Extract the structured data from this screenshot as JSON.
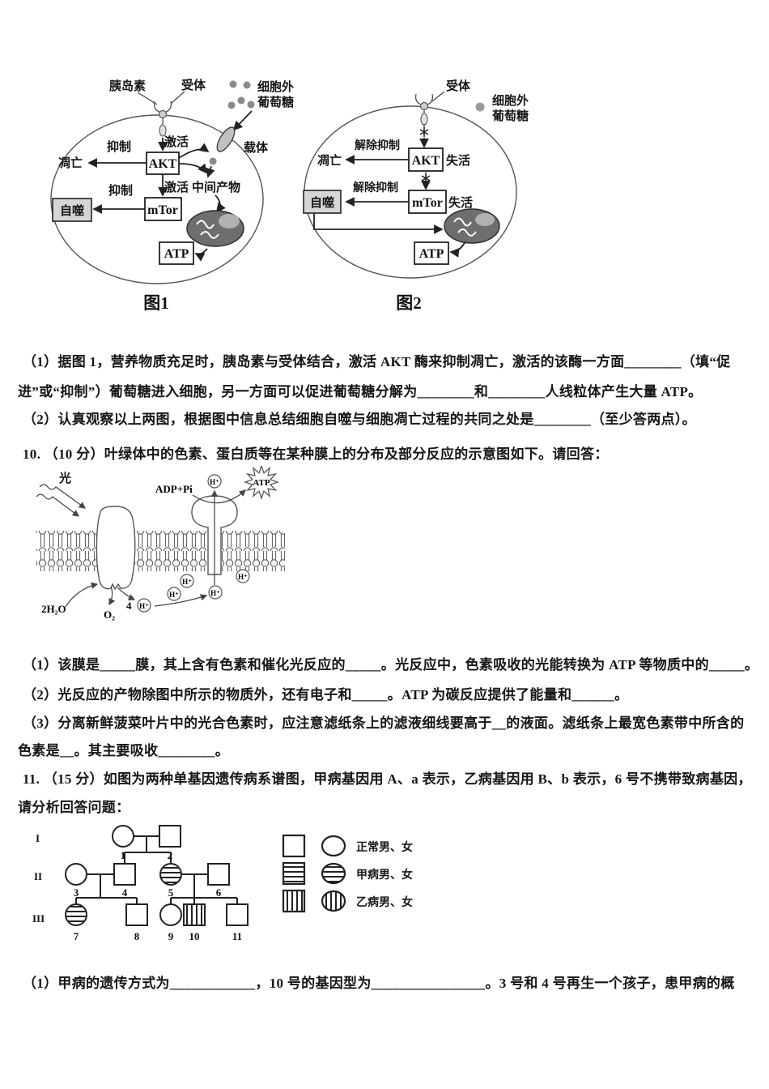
{
  "figure1": {
    "caption": "图1",
    "insulin": "胰岛素",
    "receptor": "受体",
    "extracellular1": "细胞外",
    "extracellular2": "葡萄糖",
    "carrier": "载体",
    "activate1": "激活",
    "inhibit1": "抑制",
    "apoptosis": "凋亡",
    "akt": "AKT",
    "activate2": "激活",
    "intermediate": "中间产物",
    "inhibit2": "抑制",
    "autophagy": "自噬",
    "mtor": "mTor",
    "atp": "ATP"
  },
  "figure2": {
    "caption": "图2",
    "receptor": "受体",
    "extracellular1": "细胞外",
    "extracellular2": "葡萄糖",
    "release1": "解除抑制",
    "apoptosis": "凋亡",
    "akt": "AKT",
    "inactive1": "失活",
    "release2": "解除抑制",
    "autophagy": "自噬",
    "mtor": "mTor",
    "inactive2": "失活",
    "atp": "ATP"
  },
  "q9": {
    "part1_line1": "（1）据图 1，营养物质充足时，胰岛素与受体结合，激活 AKT 酶来抑制凋亡，激活的该酶一方面________（填“促",
    "part1_line2": "进”或“抑制”）葡萄糖进入细胞，另一方面可以促进葡萄糖分解为________和________人线粒体产生大量 ATP。",
    "part2": "（2）认真观察以上两图，根据图中信息总结细胞自噬与细胞凋亡过程的共同之处是________（至少答两点）。"
  },
  "q10": {
    "heading": "10. （10 分）叶绿体中的色素、蛋白质等在某种膜上的分布及部分反应的示意图如下。请回答：",
    "part1": "（1）该膜是_____膜，其上含有色素和催化光反应的_____。光反应中，色素吸收的光能转换为 ATP 等物质中的_____。",
    "part2": "（2）光反应的产物除图中所示的物质外，还有电子和_____。ATP 为碳反应提供了能量和______。",
    "part3_line1": "（3）分离新鲜菠菜叶片中的光合色素时，应注意滤纸条上的滤液细线要高于__的液面。滤纸条上最宽色素带中所含的",
    "part3_line2": "色素是__。其主要吸收________。"
  },
  "membrane": {
    "light": "光",
    "adp_pi": "ADP+Pi",
    "h_plus": "H⁺",
    "atp": "ATP",
    "water": "2H₂O",
    "oxygen": "O₂",
    "four": "4"
  },
  "q11": {
    "heading_line1": "11. （15 分）如图为两种单基因遗传病系谱图，甲病基因用 A、a 表示，乙病基因用 B、b 表示，6 号不携带致病基因，",
    "heading_line2": "请分析回答问题：",
    "part1": "（1）甲病的遗传方式为____________，10 号的基因型为________________。3 号和 4 号再生一个孩子，患甲病的概"
  },
  "pedigree": {
    "generation_labels": [
      "I",
      "II",
      "III"
    ],
    "numbers": [
      "1",
      "2",
      "3",
      "4",
      "5",
      "6",
      "7",
      "8",
      "9",
      "10",
      "11"
    ],
    "legend": [
      {
        "label": "正常男、女"
      },
      {
        "label": "甲病男、女"
      },
      {
        "label": "乙病男、女"
      }
    ]
  }
}
